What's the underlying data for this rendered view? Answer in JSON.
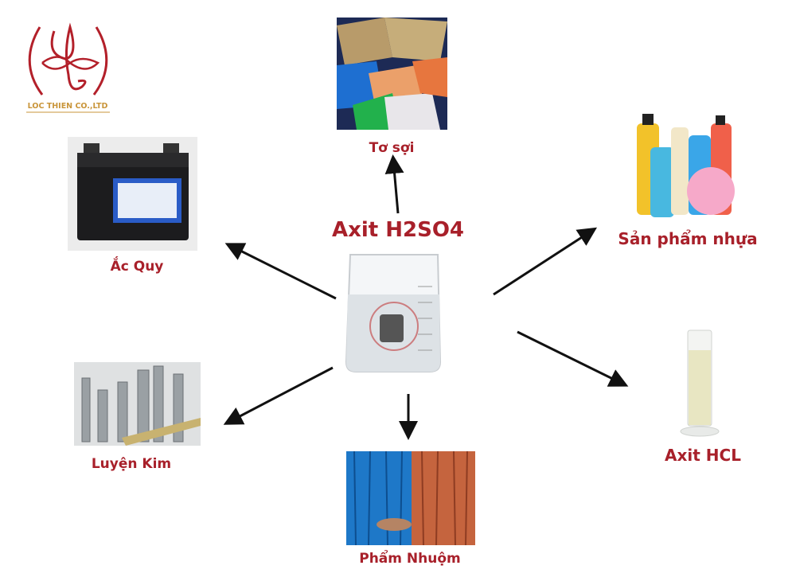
{
  "logo": {
    "company": "LOC THIEN CO.,LTD"
  },
  "center": {
    "title": "Axit H2SO4"
  },
  "applications": [
    {
      "label": "Tơ sợi"
    },
    {
      "label": "Ắc Quy"
    },
    {
      "label": "Sản phẩm nhựa"
    },
    {
      "label": "Luyện Kim"
    },
    {
      "label": "Phẩm Nhuộm"
    },
    {
      "label": "Axit HCL"
    }
  ],
  "colors": {
    "label": "#a8202a",
    "logo_gold": "#c9953a",
    "arrow": "#111111"
  }
}
